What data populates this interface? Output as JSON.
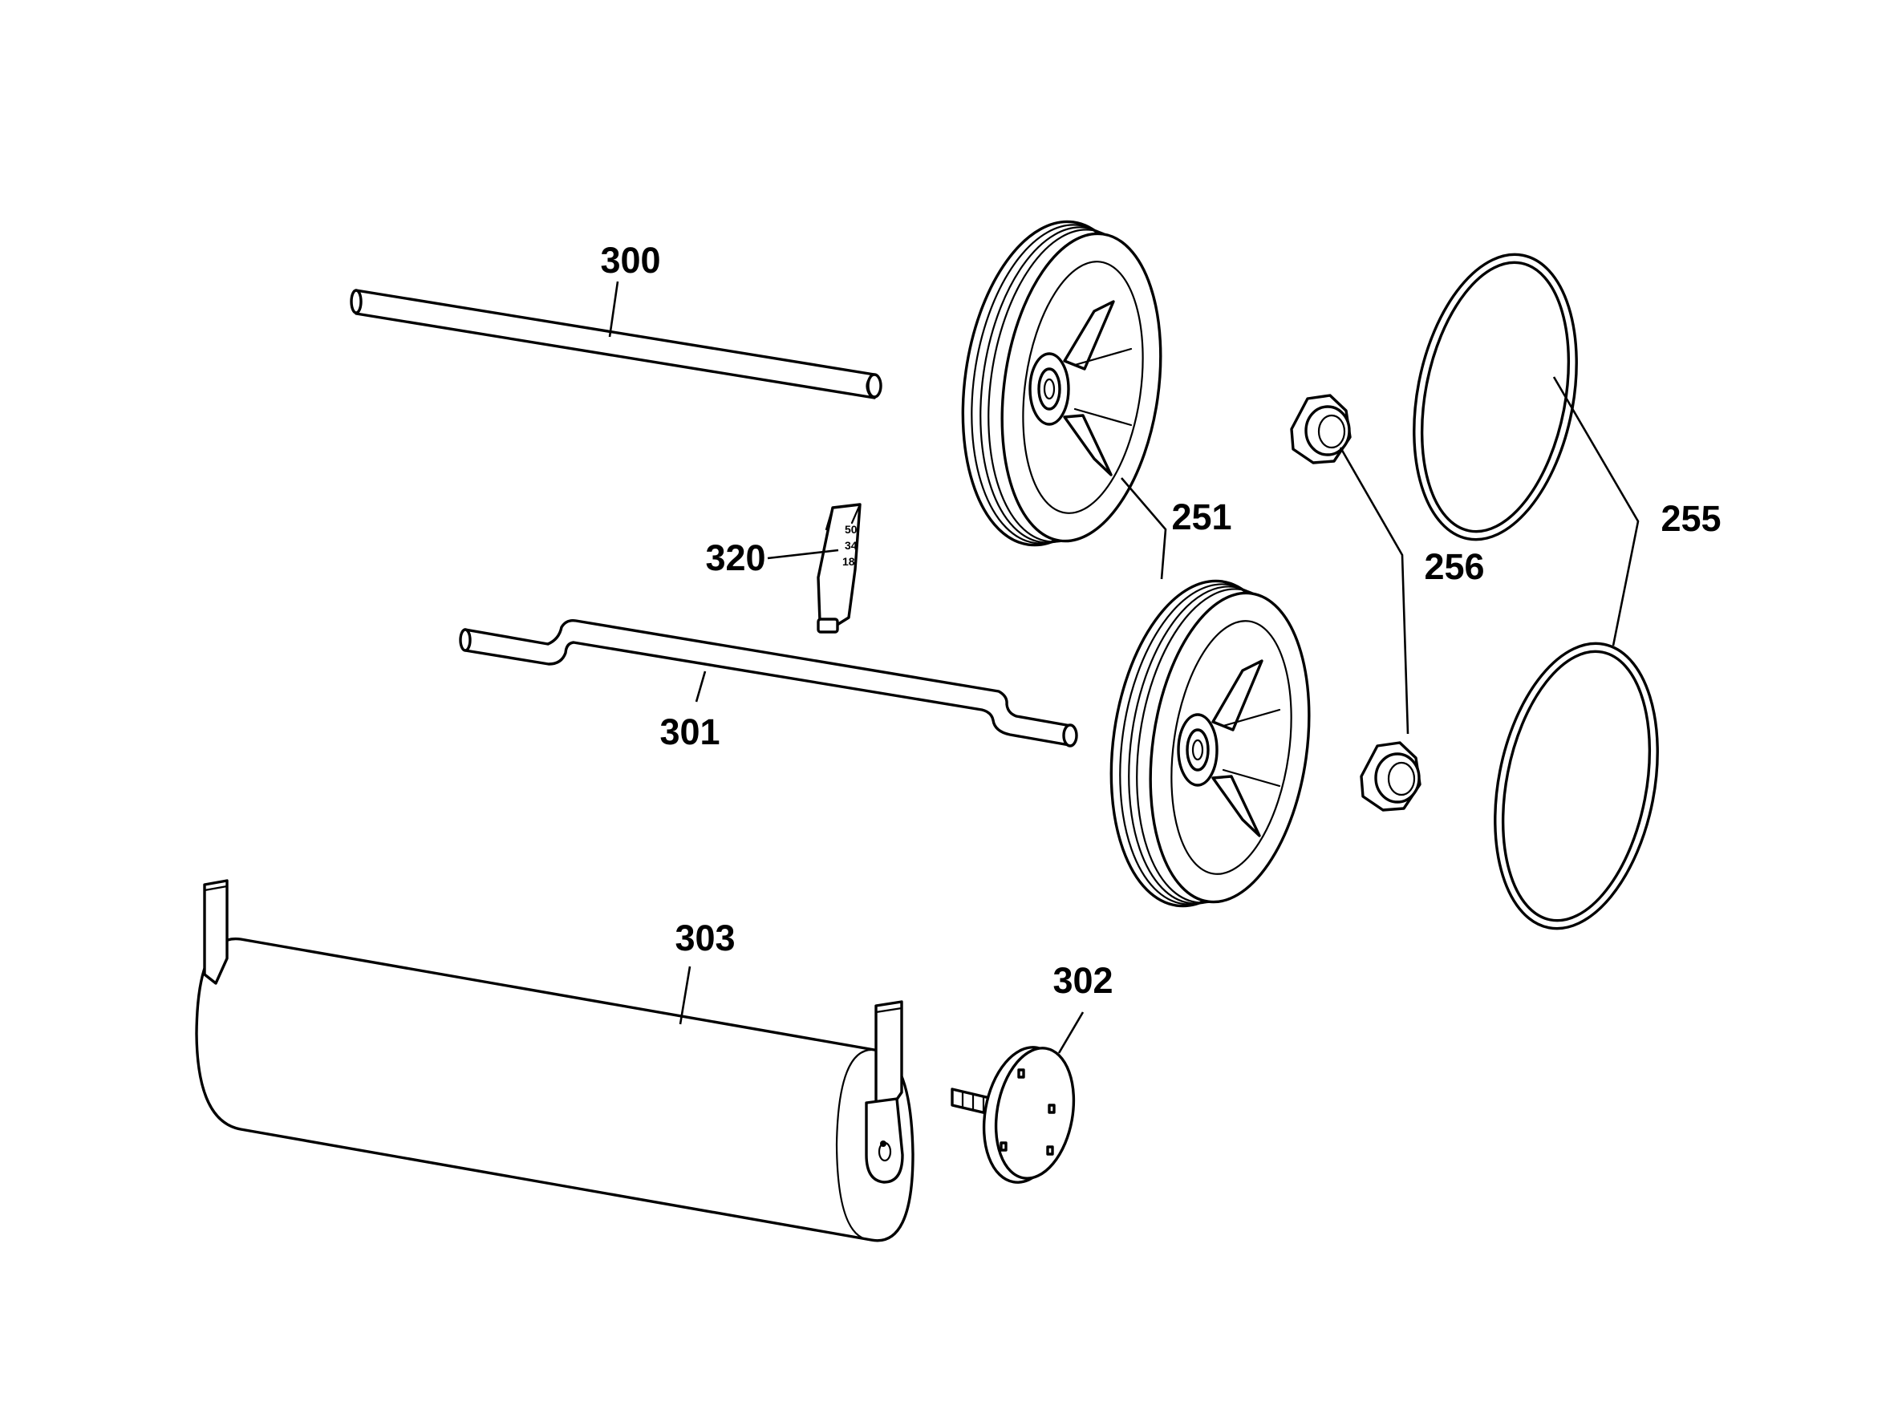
{
  "diagram": {
    "labels": {
      "p300": "300",
      "p251": "251",
      "p255": "255",
      "p256": "256",
      "p320": "320",
      "p301": "301",
      "p303": "303",
      "p302": "302"
    },
    "gauge_marks": [
      "50",
      "34",
      "18"
    ],
    "stroke_color": "#000000",
    "background": "#ffffff"
  }
}
